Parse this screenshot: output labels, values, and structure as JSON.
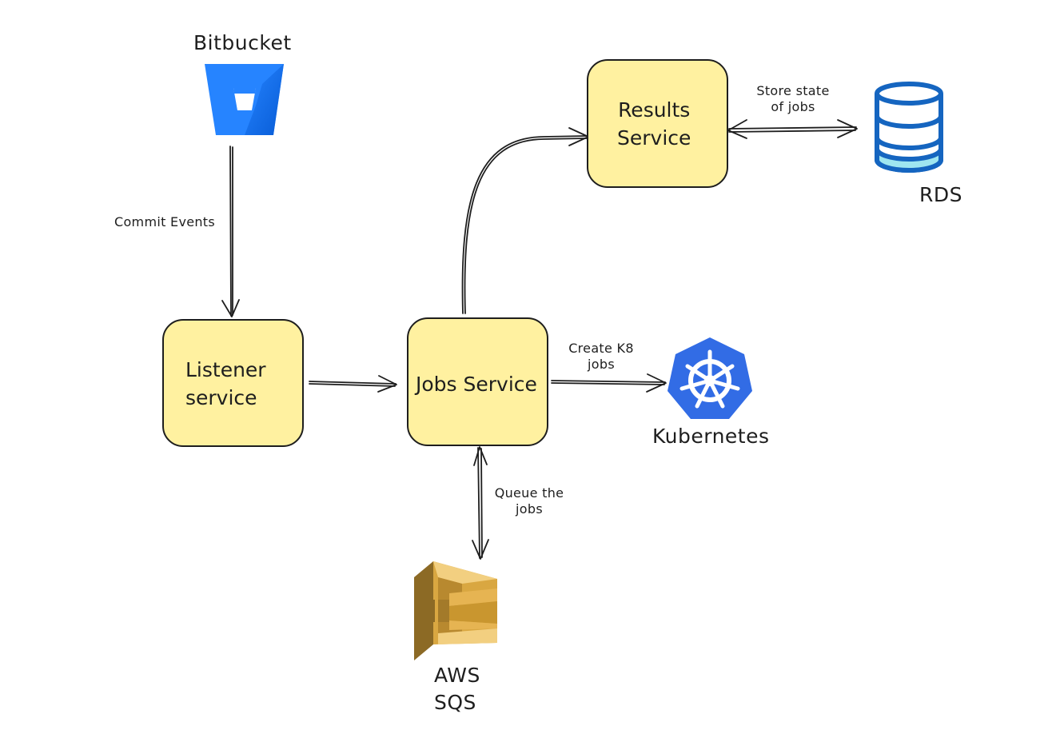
{
  "nodes": {
    "listener": "Listener\nservice",
    "jobs": "Jobs Service",
    "results": "Results\nService"
  },
  "labels": {
    "bitbucket": "Bitbucket",
    "rds": "RDS",
    "kubernetes": "Kubernetes",
    "sqs": "AWS\nSQS"
  },
  "edges": {
    "commit_events": "Commit Events",
    "store_state": "Store state\nof jobs",
    "create_k8": "Create K8\njobs",
    "queue_jobs": "Queue the\njobs"
  },
  "icons": {
    "bitbucket": "bitbucket-icon",
    "rds": "database-icon",
    "kubernetes": "kubernetes-icon",
    "sqs": "aws-sqs-icon"
  },
  "colors": {
    "node_fill": "#fff1a0",
    "stroke": "#1e1e1e",
    "bitbucket_blue": "#2684ff",
    "rds_blue": "#1565c0",
    "rds_light": "#9fe6f0",
    "k8s_blue": "#326ce5",
    "sqs_gold": "#d9a741"
  }
}
